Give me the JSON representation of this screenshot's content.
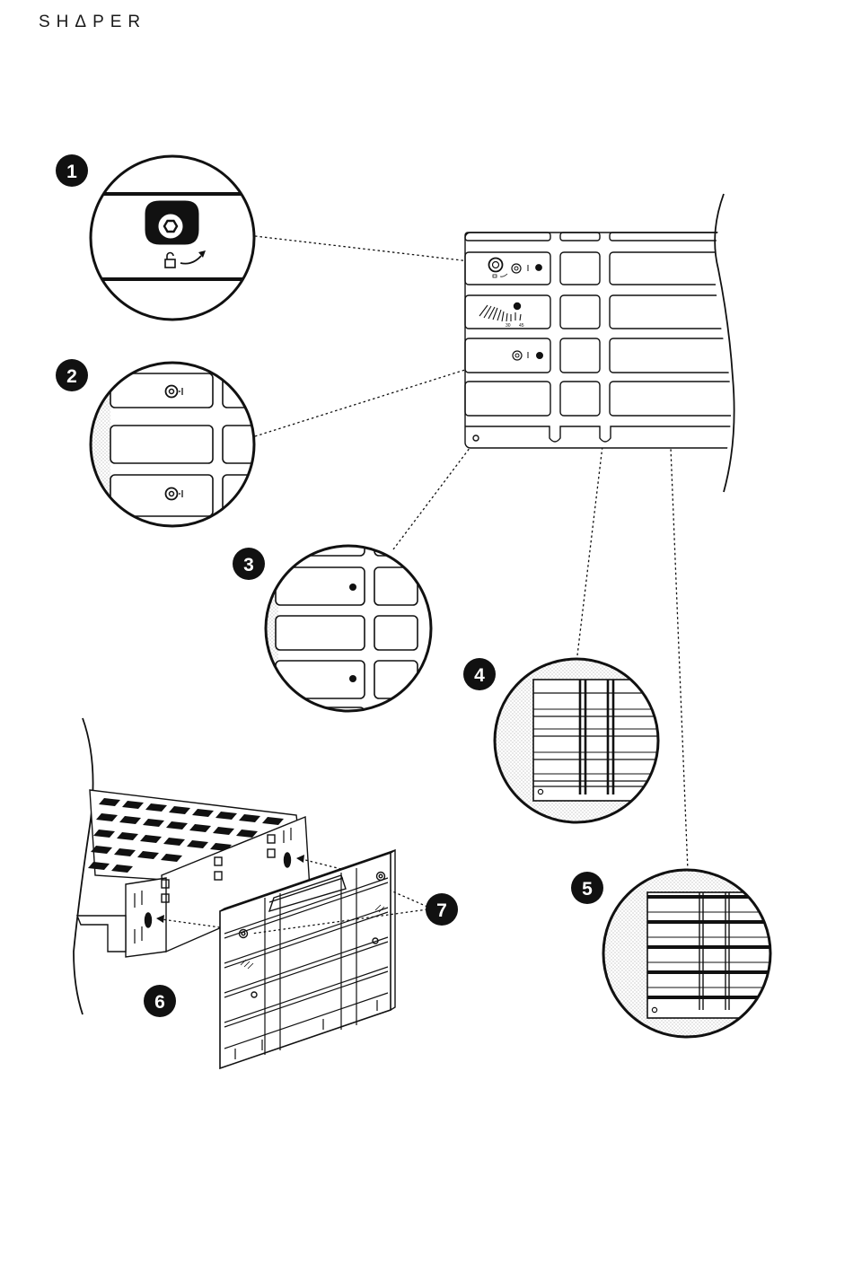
{
  "brand": {
    "logo_text": "SHΔPER"
  },
  "callouts": [
    {
      "number": "1"
    },
    {
      "number": "2"
    },
    {
      "number": "3"
    },
    {
      "number": "4"
    },
    {
      "number": "5"
    },
    {
      "number": "6"
    },
    {
      "number": "7"
    }
  ],
  "scale_ticks": [
    "30",
    "45"
  ],
  "colors": {
    "ink": "#111111",
    "paper": "#ffffff",
    "stipple": "#9a9a9a"
  }
}
